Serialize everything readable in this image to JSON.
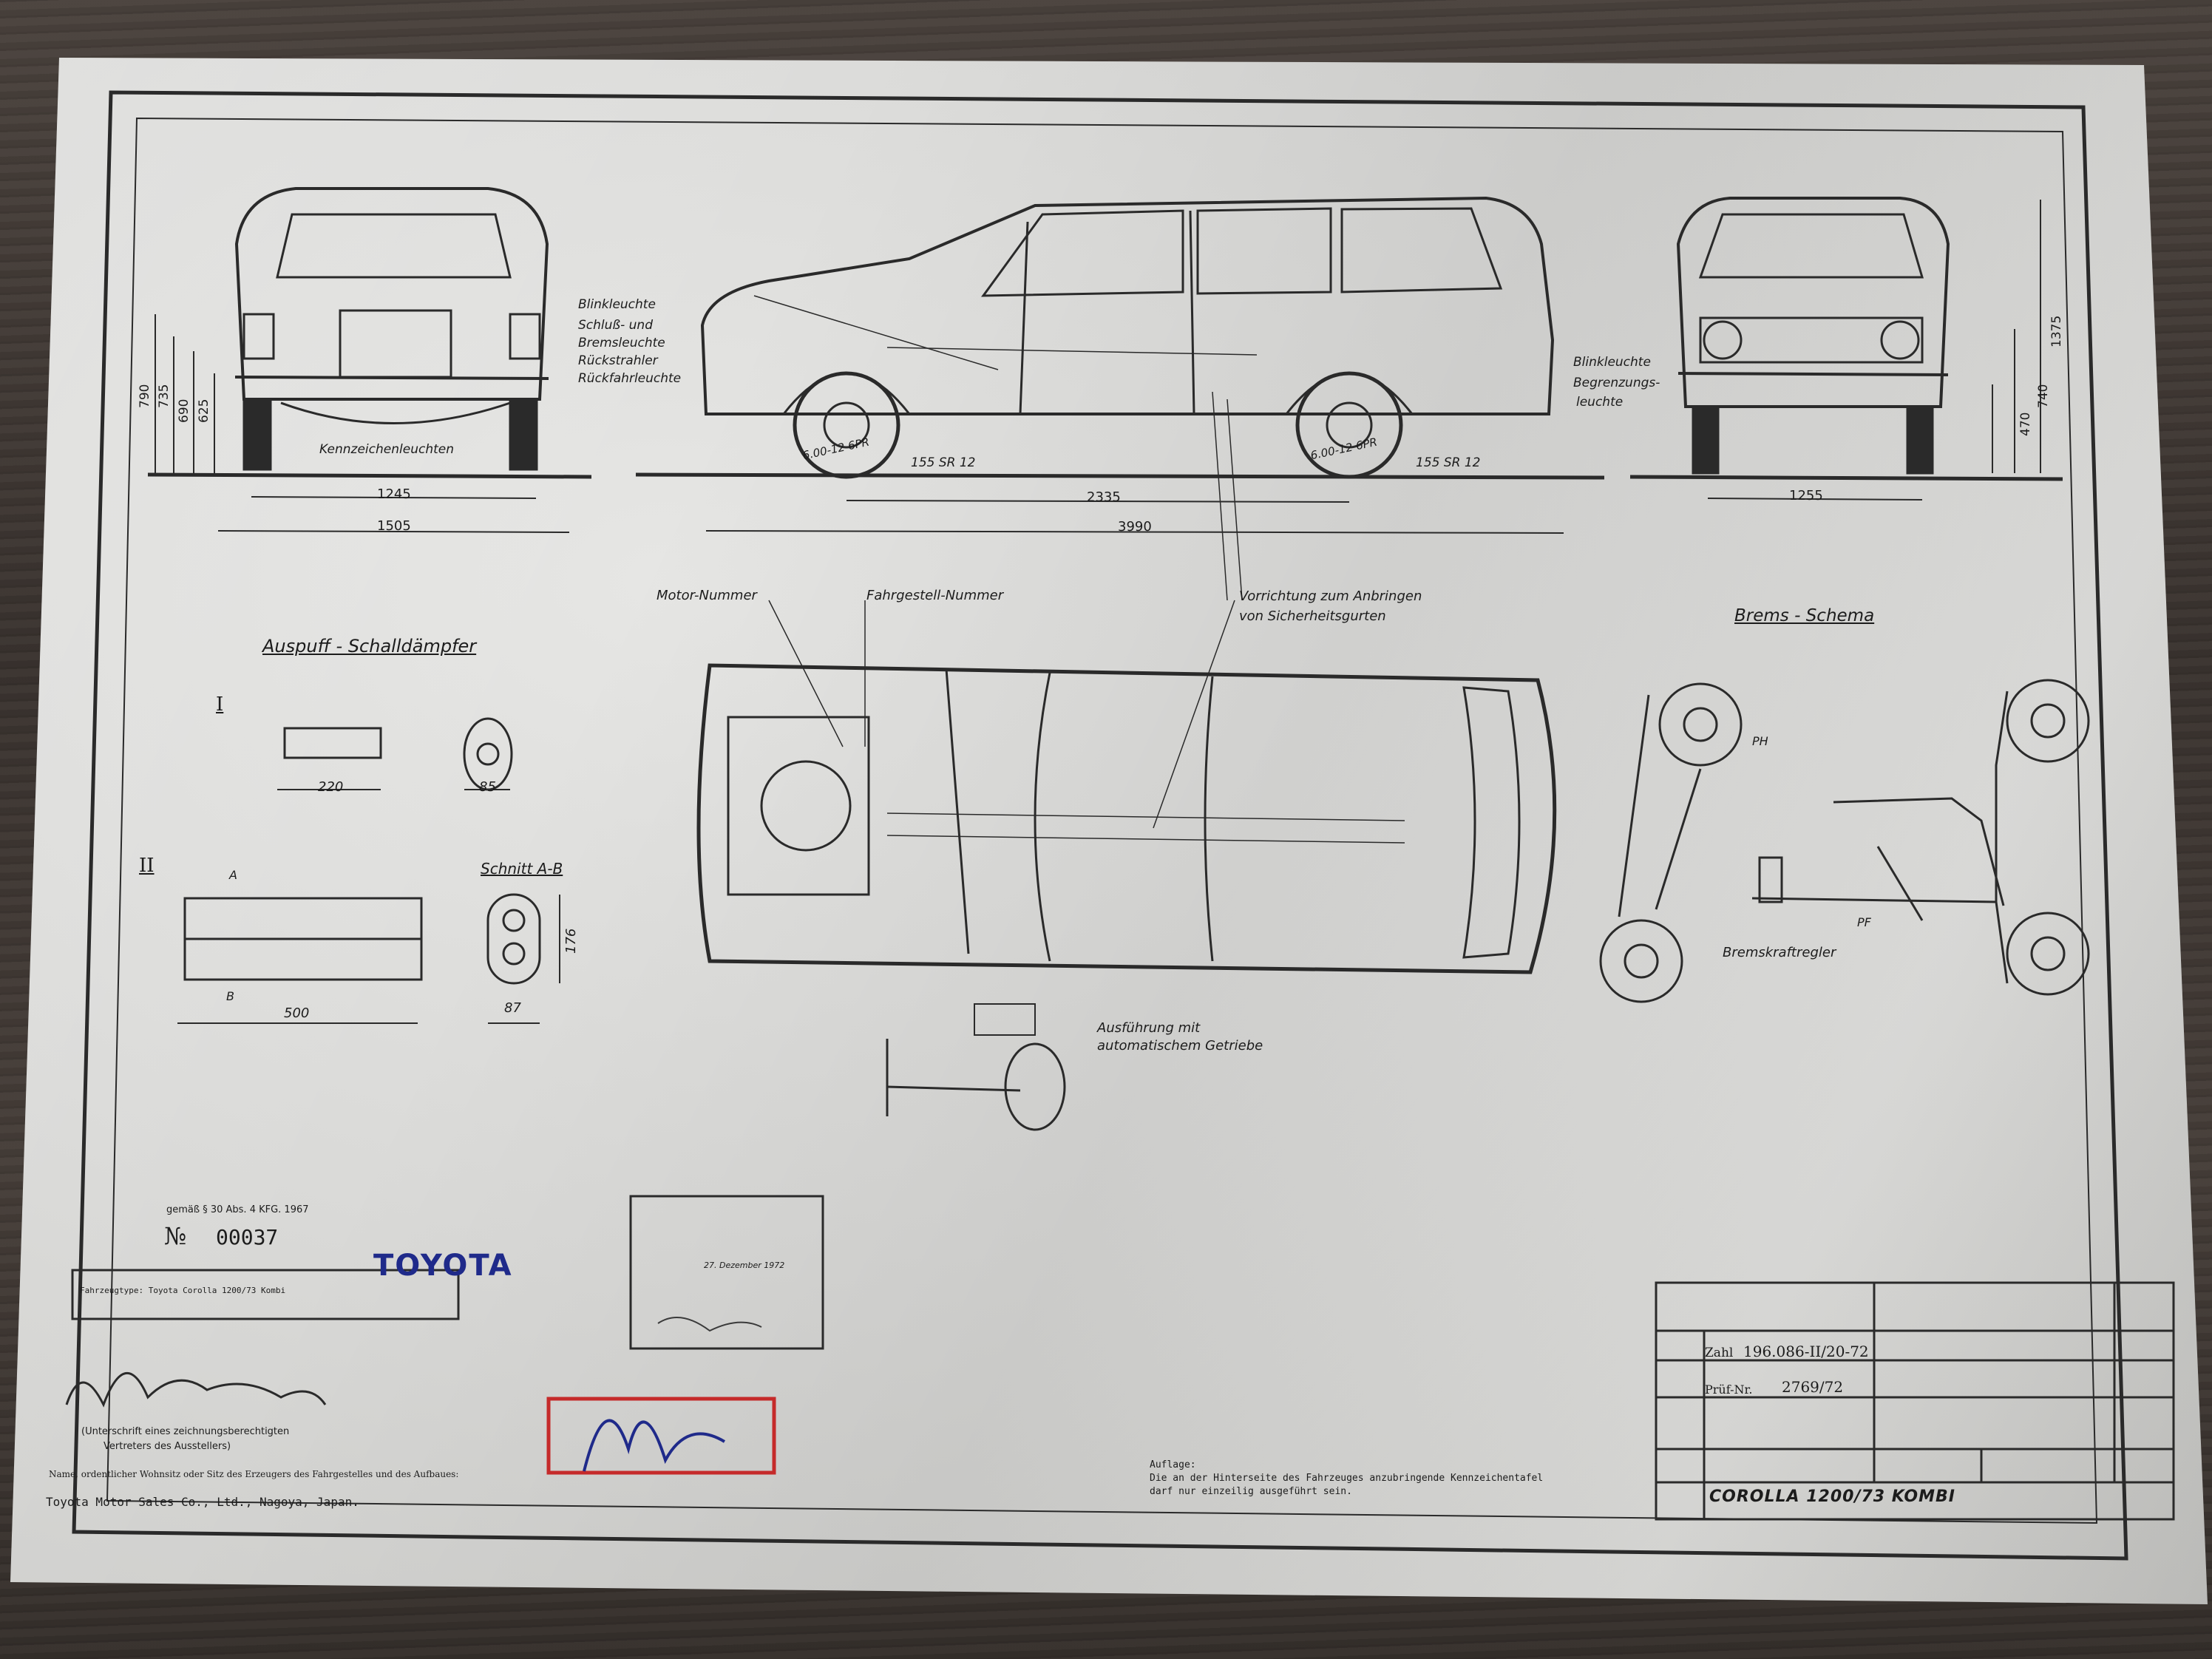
{
  "document": {
    "title_block": {
      "vehicle_title": "COROLLA 1200/73 KOMBI",
      "zahl_label": "Zahl",
      "zahl_value": "196.086-II/20-72",
      "pruef_label": "Prüf-Nr.",
      "pruef_value": "2769/72"
    },
    "views": {
      "rear": {
        "labels": [
          "Blinkleuchte",
          "Schluß- und",
          "Bremsleuchte",
          "Rückstrahler",
          "Rückfahrleuchte"
        ],
        "kennzeichen": "Kennzeichenleuchten",
        "dim_heights": [
          "790",
          "735",
          "690",
          "625"
        ],
        "track": "1245",
        "width": "1505"
      },
      "side": {
        "tire_front": "6.00-12 6PR",
        "tire_front_alt": "155 SR 12",
        "tire_rear": "6.00-12 6PR",
        "tire_rear_alt": "155 SR 12",
        "wheelbase": "2335",
        "length": "3990"
      },
      "front": {
        "labels": [
          "Blinkleuchte",
          "Begrenzungs-",
          "leuchte"
        ],
        "height": "1375",
        "dim_a": "470",
        "dim_b": "740",
        "track": "1255"
      }
    },
    "top_labels": {
      "motor_nummer": "Motor-Nummer",
      "fahrgestell_nummer": "Fahrgestell-Nummer",
      "gurt_line1": "Vorrichtung zum Anbringen",
      "gurt_line2": "von Sicherheitsgurten"
    },
    "auspuff": {
      "title": "Auspuff - Schalldämpfer",
      "roman_1": "I",
      "roman_2": "II",
      "dim_220": "220",
      "dim_85": "85",
      "schnitt": "Schnitt A-B",
      "dim_176": "176",
      "dim_87": "87",
      "dim_500": "500",
      "mark_a": "A",
      "mark_b": "B"
    },
    "brems": {
      "title": "Brems - Schema",
      "regler": "Bremskraftregler",
      "ph": "PH",
      "pf": "PF"
    },
    "automatic": {
      "line1": "Ausführung mit",
      "line2": "automatischem Getriebe"
    },
    "stamps": {
      "gemass": "gemäß § 30 Abs. 4 KFG. 1967",
      "number_prefix": "№",
      "number": "00037",
      "maker": "TOYOTA",
      "type_label": "Fahrzeugtype: Toyota Corolla 1200/73 Kombi",
      "date_stamp": "27. Dezember 1972"
    },
    "signature_block": {
      "sig_caption_1": "(Unterschrift eines zeichnungsberechtigten",
      "sig_caption_2": "Vertreters des Ausstellers)",
      "maker_note": "Name, ordentlicher Wohnsitz oder Sitz des Erzeugers des Fahrgestelles und des Aufbaues:",
      "maker_name": "Toyota Motor Sales Co., Ltd., Nagoya, Japan."
    },
    "auflage": {
      "line1": "Auflage:",
      "line2": "Die an der Hinterseite des Fahrzeuges anzubringende Kennzeichentafel",
      "line3": "darf nur einzeilig ausgeführt sein."
    },
    "colors": {
      "paper": "#d9d9d7",
      "ink": "#1c1c1c",
      "stamp_blue": "#1f2a8a",
      "stamp_red": "#c52a2a",
      "table_wood": "#3b3531"
    }
  }
}
